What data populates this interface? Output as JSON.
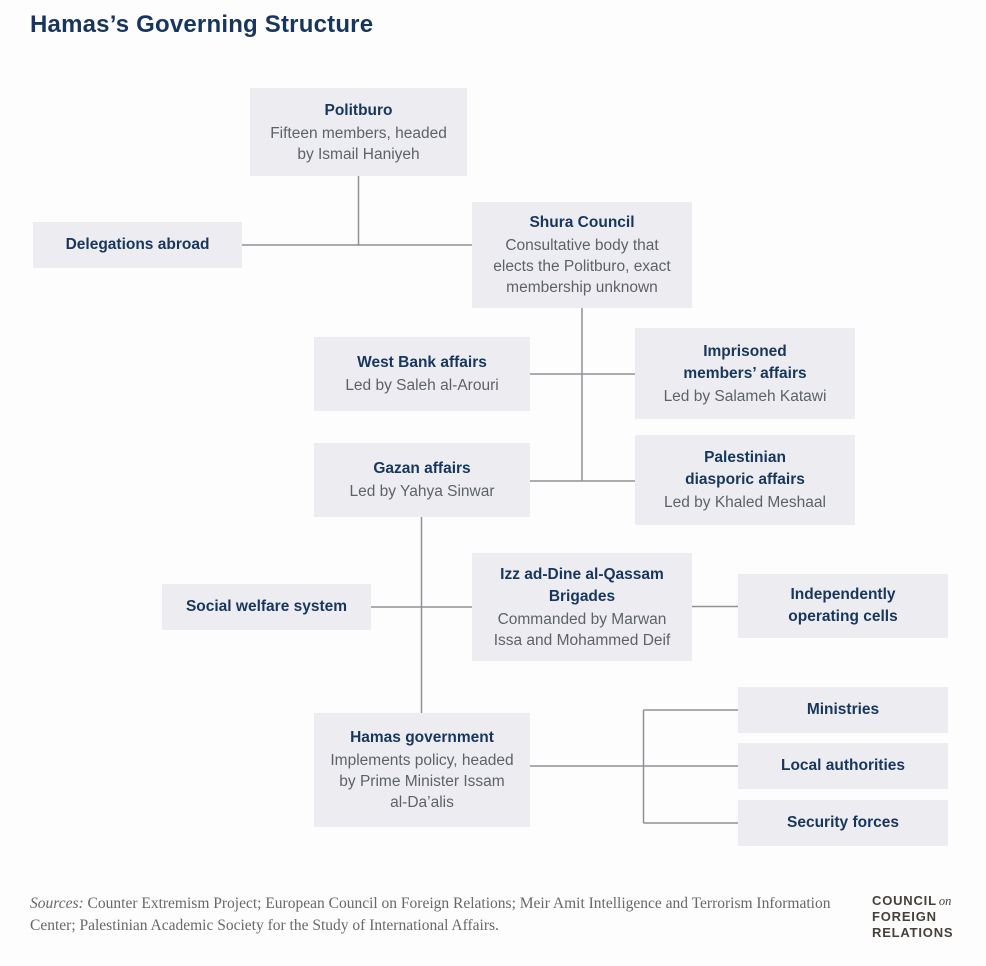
{
  "title": "Hamas’s Governing Structure",
  "colors": {
    "accent_navy": "#17365d",
    "box_background": "#ededf1",
    "body_text_gray": "#5d6269",
    "connector_gray": "#909095",
    "page_background": "#fdfdfe"
  },
  "nodes": [
    {
      "id": "politburo",
      "title": "Politburo",
      "desc": "Fifteen members, headed\nby Ismail Haniyeh"
    },
    {
      "id": "delegations-abroad",
      "title": "Delegations abroad",
      "desc": ""
    },
    {
      "id": "shura-council",
      "title": "Shura Council",
      "desc": "Consultative body that\nelects the Politburo, exact\nmembership unknown"
    },
    {
      "id": "west-bank-affairs",
      "title": "West Bank affairs",
      "desc": "Led by Saleh al-Arouri"
    },
    {
      "id": "imprisoned-members-affairs",
      "title": "Imprisoned\nmembers’ affairs",
      "desc": "Led by Salameh Katawi"
    },
    {
      "id": "gazan-affairs",
      "title": "Gazan affairs",
      "desc": "Led by Yahya Sinwar"
    },
    {
      "id": "palestinian-diasporic-affairs",
      "title": "Palestinian\ndiasporic affairs",
      "desc": "Led by Khaled Meshaal"
    },
    {
      "id": "qassam-brigades",
      "title": "Izz ad-Dine al-Qassam\nBrigades",
      "desc": "Commanded by Marwan\nIssa and Mohammed Deif"
    },
    {
      "id": "social-welfare-system",
      "title": "Social welfare system",
      "desc": ""
    },
    {
      "id": "independently-operating-cells",
      "title": "Independently\noperating cells",
      "desc": ""
    },
    {
      "id": "hamas-government",
      "title": "Hamas government",
      "desc": "Implements policy, headed\nby Prime Minister Issam\nal-Da’alis"
    },
    {
      "id": "ministries",
      "title": "Ministries",
      "desc": ""
    },
    {
      "id": "local-authorities",
      "title": "Local authorities",
      "desc": ""
    },
    {
      "id": "security-forces",
      "title": "Security forces",
      "desc": ""
    }
  ],
  "footer": {
    "sources_label": "Sources:",
    "sources_text": " Counter Extremism Project; European Council on Foreign Relations; Meir Amit Intelligence and Terrorism Information Center; Palestinian Academic Society for the Study of International Affairs.",
    "logo": {
      "line1_word": "COUNCIL",
      "line1_on": "on",
      "line2": "FOREIGN",
      "line3": "RELATIONS"
    }
  }
}
